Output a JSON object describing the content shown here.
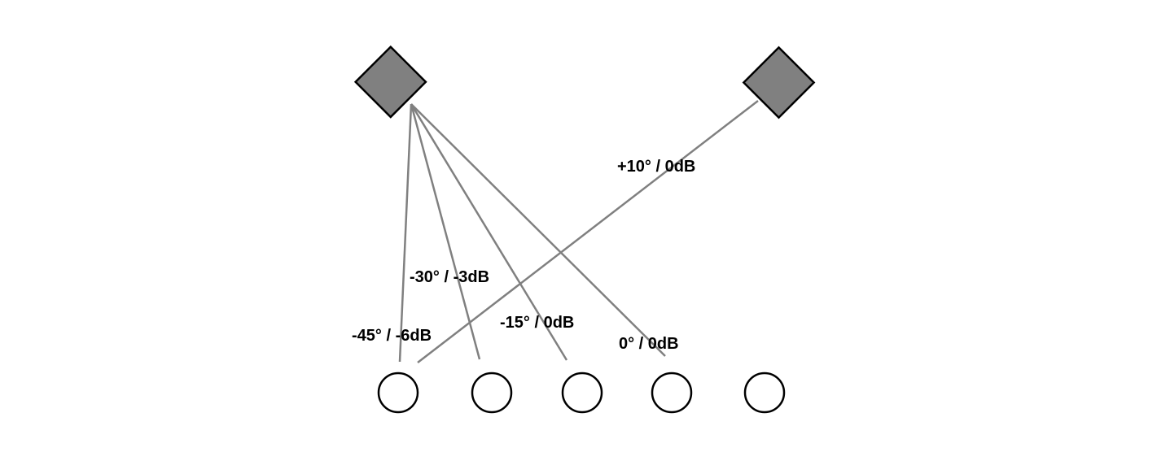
{
  "colors": {
    "background": "#ffffff",
    "speaker_fill": "#808080",
    "outline": "#000000",
    "ray": "#808080"
  },
  "labels": {
    "left_minus45": "-45° / -6dB",
    "left_minus30": "-30° / -3dB",
    "left_minus15": "-15° / 0dB",
    "left_zero": "0° / 0dB",
    "right_plus10": "+10° / 0dB"
  }
}
